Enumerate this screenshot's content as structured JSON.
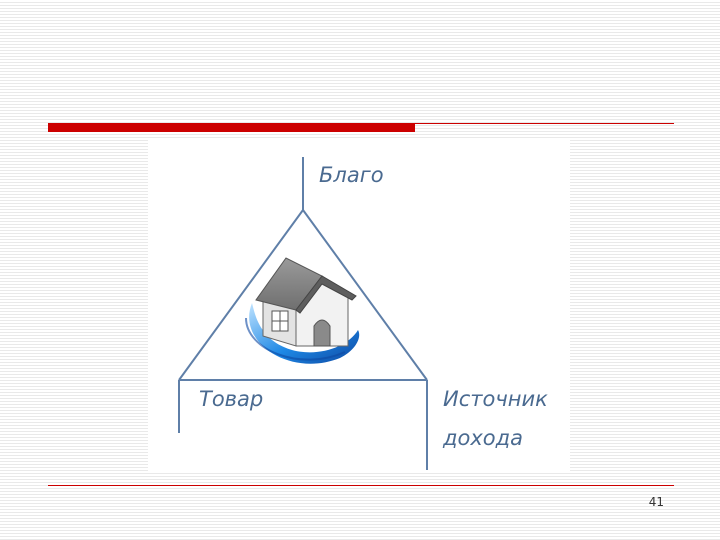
{
  "diagram": {
    "top_label": "Благо",
    "left_label": "Товар",
    "right_label_line1": "Источник",
    "right_label_line2": "дохода",
    "center_icon": "house-icon"
  },
  "footer": {
    "page_number": "41"
  },
  "colors": {
    "accent_red": "#cc0000",
    "line_blue": "#5f7fa8",
    "label_blue": "#4a6a90",
    "swirl_blue": "#1e88e5"
  }
}
